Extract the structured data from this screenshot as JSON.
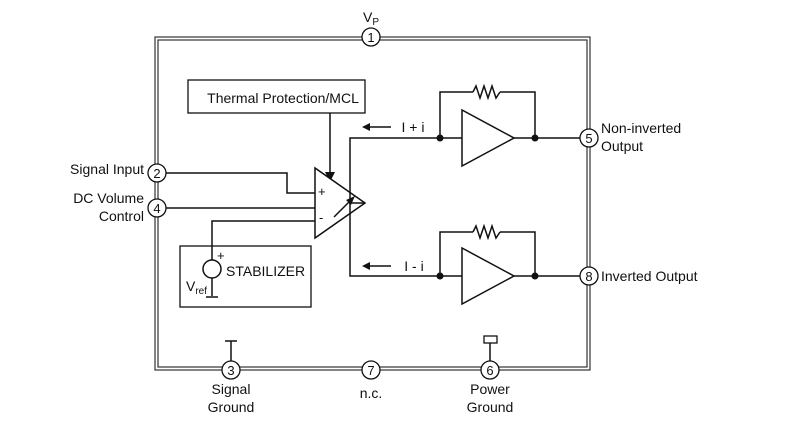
{
  "supply": {
    "label": "V",
    "sub": "P"
  },
  "blocks": {
    "thermal": "Thermal Protection/MCL",
    "stabilizer": "STABILIZER",
    "vref": {
      "label": "V",
      "sub": "ref"
    }
  },
  "amp_signs": {
    "plus": "+",
    "minus": "-"
  },
  "currents": {
    "top": "I + i",
    "bottom": "I - i"
  },
  "pins": [
    {
      "number": "1",
      "lines": []
    },
    {
      "number": "2",
      "lines": [
        "Signal Input"
      ]
    },
    {
      "number": "4",
      "lines": [
        "DC Volume",
        "Control"
      ]
    },
    {
      "number": "5",
      "lines": [
        "Non-inverted",
        "Output"
      ]
    },
    {
      "number": "8",
      "lines": [
        "Inverted Output"
      ]
    },
    {
      "number": "3",
      "lines": [
        "Signal",
        "Ground"
      ]
    },
    {
      "number": "7",
      "lines": [
        "n.c."
      ]
    },
    {
      "number": "6",
      "lines": [
        "Power",
        "Ground"
      ]
    }
  ]
}
